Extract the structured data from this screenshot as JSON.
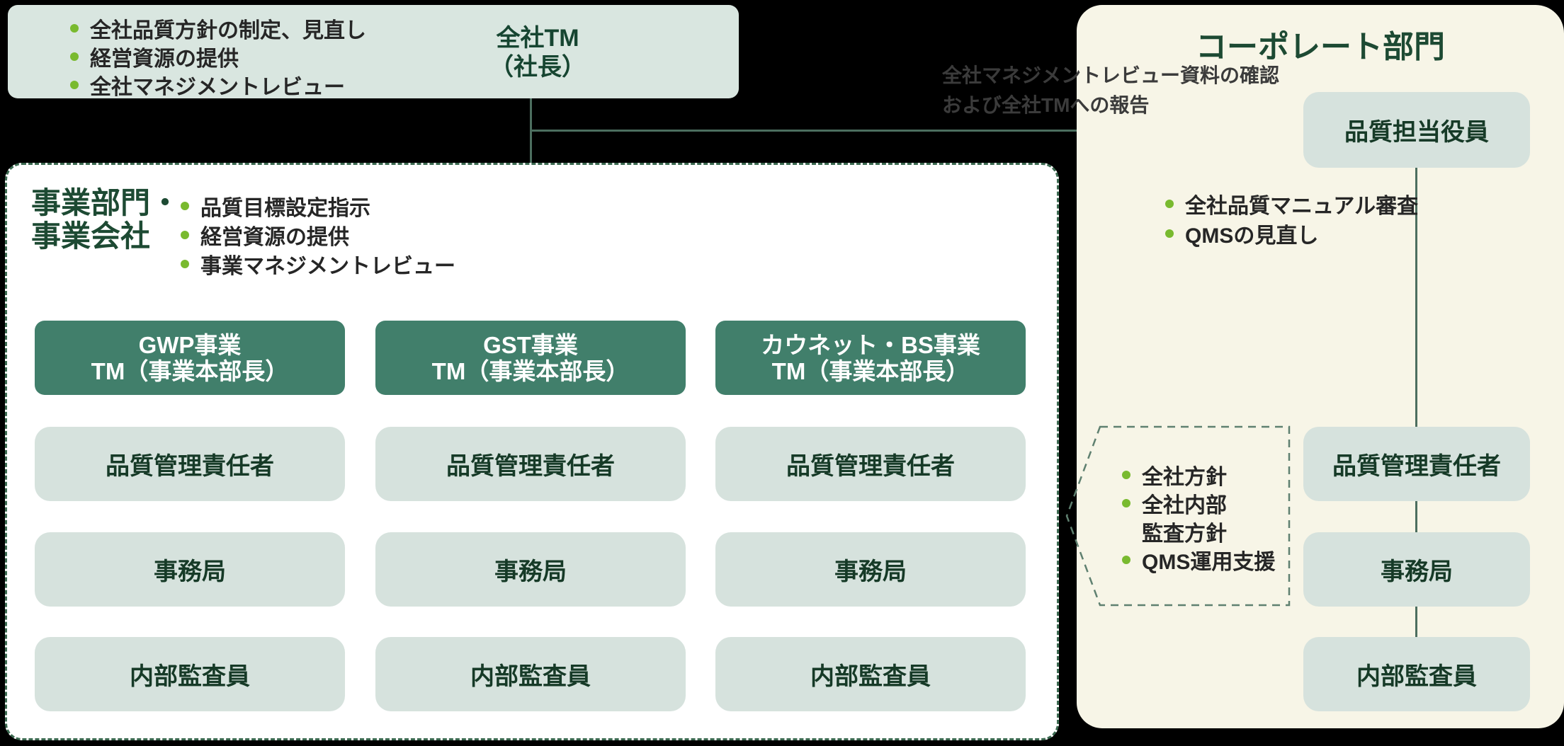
{
  "colors": {
    "background": "#000000",
    "header_box": "#d9e6e0",
    "role_box": "#d6e2dd",
    "tm_box": "#417f6b",
    "corporate_panel": "#f7f5e7",
    "dark_green_text": "#1d4a33",
    "bullet_dot": "#79ba2f",
    "connector": "#4c6e5f"
  },
  "top_box": {
    "bullets": [
      "全社品質方針の制定、見直し",
      "経営資源の提供",
      "全社マネジメントレビュー"
    ],
    "title_line1": "全社TM",
    "title_line2": "（社長）"
  },
  "report_note": {
    "line1": "全社マネジメントレビュー資料の確認",
    "line2": "および全社TMへの報告"
  },
  "business_section": {
    "title_line1": "事業部門・",
    "title_line2": "事業会社",
    "bullets": [
      "品質目標設定指示",
      "経営資源の提供",
      "事業マネジメントレビュー"
    ],
    "columns": [
      {
        "tm_line1": "GWP事業",
        "tm_line2": "TM（事業本部長）",
        "roles": [
          "品質管理責任者",
          "事務局",
          "内部監査員"
        ]
      },
      {
        "tm_line1": "GST事業",
        "tm_line2": "TM（事業本部長）",
        "roles": [
          "品質管理責任者",
          "事務局",
          "内部監査員"
        ]
      },
      {
        "tm_line1": "カウネット・BS事業",
        "tm_line2": "TM（事業本部長）",
        "roles": [
          "品質管理責任者",
          "事務局",
          "内部監査員"
        ]
      }
    ]
  },
  "corporate_section": {
    "title": "コーポレート部門",
    "officer": "品質担当役員",
    "bullets": [
      "全社品質マニュアル審査",
      "QMSの見直し"
    ],
    "callout_lines": [
      {
        "text": "全社方針"
      },
      {
        "text": "全社内部"
      },
      {
        "text": "監査方針"
      },
      {
        "text": "QMS運用支援"
      }
    ],
    "roles": [
      "品質管理責任者",
      "事務局",
      "内部監査員"
    ]
  }
}
